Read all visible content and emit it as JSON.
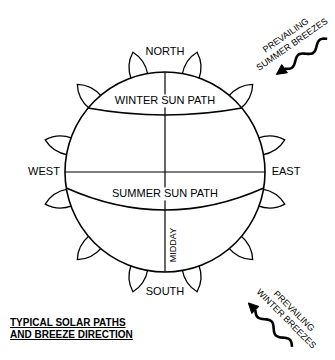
{
  "diagram": {
    "title": "TYPICAL SOLAR PATHS AND BREEZE DIRECTION",
    "labels": [
      "NORTH",
      "WEST",
      "EAST",
      "SOUTH",
      "WINTER SUN PATH",
      "SUMMER SUN PATH",
      "MIDDAY",
      "PREVAILING SUMMER BREEZES",
      "PREVAILING WINTER BREEZES"
    ]
  }
}
